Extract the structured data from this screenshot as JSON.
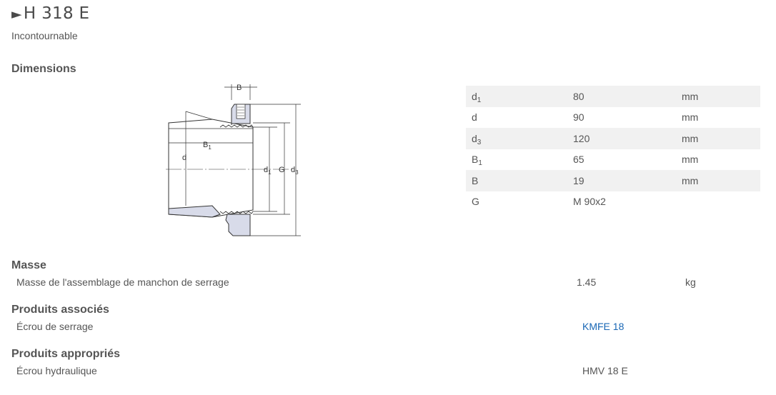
{
  "product": {
    "name": "H 318 E",
    "subtitle": "Incontournable"
  },
  "dimensions": {
    "title": "Dimensions",
    "diagram_labels": {
      "B": "B",
      "B1": "B",
      "B1_sub": "1",
      "d": "d",
      "d1": "d",
      "d1_sub": "1",
      "G": "G",
      "d3": "d",
      "d3_sub": "3"
    },
    "rows": [
      {
        "symbol": "d",
        "sub": "1",
        "value": "80",
        "unit": "mm"
      },
      {
        "symbol": "d",
        "sub": "",
        "value": "90",
        "unit": "mm"
      },
      {
        "symbol": "d",
        "sub": "3",
        "value": "120",
        "unit": "mm"
      },
      {
        "symbol": "B",
        "sub": "1",
        "value": "65",
        "unit": "mm"
      },
      {
        "symbol": "B",
        "sub": "",
        "value": "19",
        "unit": "mm"
      },
      {
        "symbol": "G",
        "sub": "",
        "value": "M 90x2",
        "unit": ""
      }
    ]
  },
  "masse": {
    "title": "Masse",
    "label": "Masse de l'assemblage de manchon de serrage",
    "value": "1.45",
    "unit": "kg"
  },
  "associes": {
    "title": "Produits associés",
    "label": "Écrou de serrage",
    "value": "KMFE 18"
  },
  "appropries": {
    "title": "Produits appropriés",
    "label": "Écrou hydraulique",
    "value": "HMV 18 E"
  },
  "colors": {
    "part_fill": "#d8dbe9",
    "link": "#1967b5",
    "row_shade": "#f1f1f1"
  }
}
